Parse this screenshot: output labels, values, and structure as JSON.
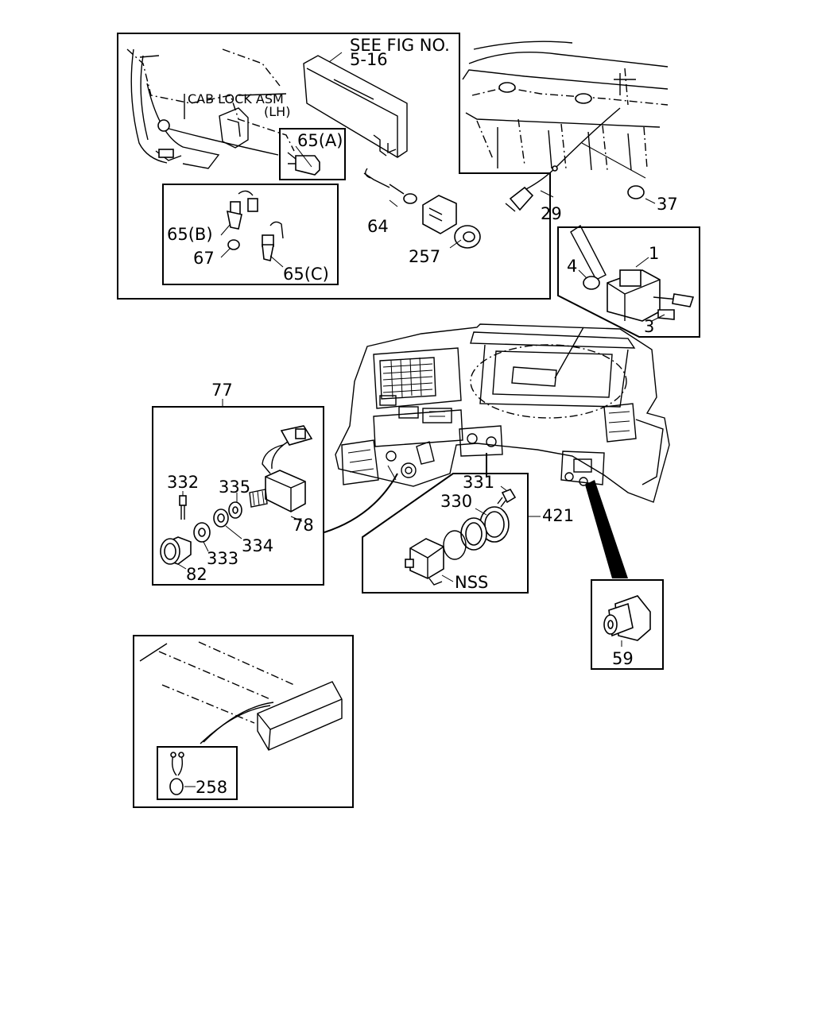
{
  "top_left_panel": {
    "see_fig_line1": "SEE FIG NO.",
    "see_fig_line2": "5-16",
    "cab_lock_line1": "CAB LOCK ASM",
    "cab_lock_line2": "(LH)",
    "label_65a": "65(A)",
    "label_65b": "65(B)",
    "label_65c": "65(C)",
    "label_67": "67",
    "label_64": "64",
    "label_257": "257"
  },
  "top_right": {
    "label_29": "29",
    "label_37": "37"
  },
  "switch_inset": {
    "label_1": "1",
    "label_3": "3",
    "label_4": "4"
  },
  "switch_77_panel": {
    "title": "77",
    "label_332": "332",
    "label_335": "335",
    "label_78": "78",
    "label_334": "334",
    "label_333": "333",
    "label_82": "82"
  },
  "nss_panel": {
    "label_331": "331",
    "label_330": "330",
    "label_421": "421",
    "label_nss": "NSS"
  },
  "knob_panel": {
    "label_59": "59"
  },
  "bottom_panel": {
    "label_258": "258"
  }
}
